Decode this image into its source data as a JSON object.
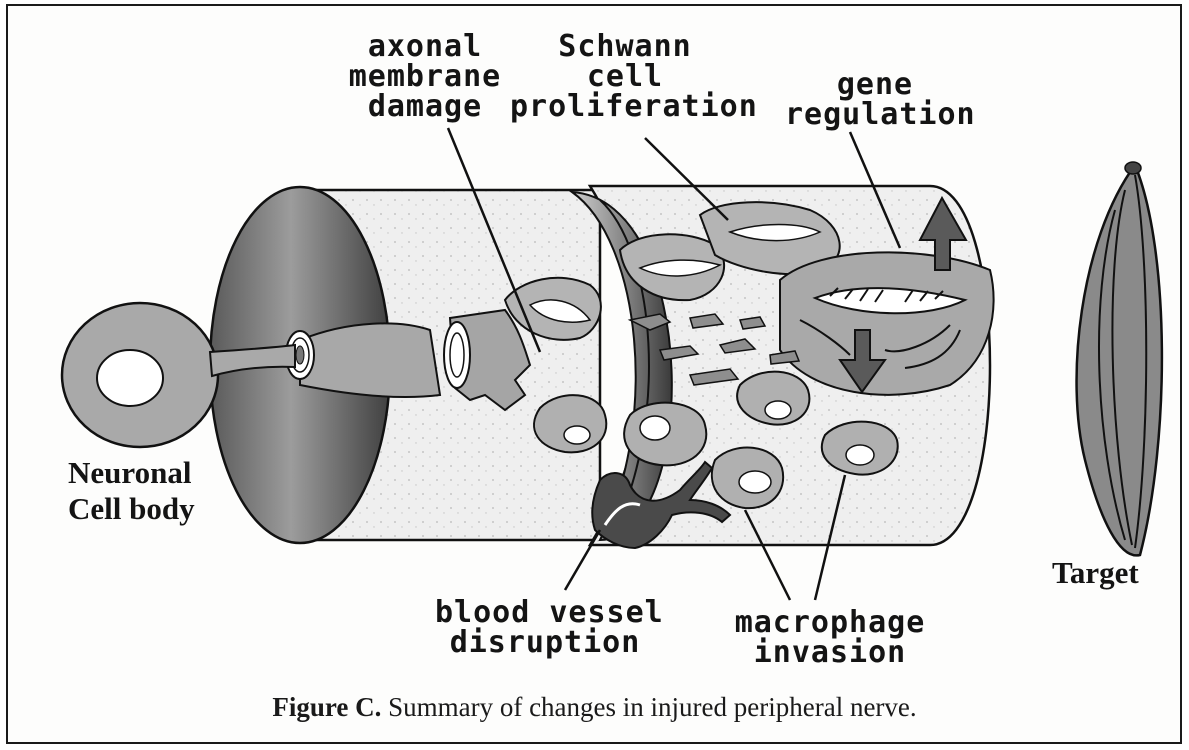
{
  "figure": {
    "labels": {
      "axonal": [
        "axonal",
        "membrane",
        "damage"
      ],
      "schwann": [
        "Schwann",
        "cell",
        "proliferation"
      ],
      "gene": [
        "gene",
        "regulation"
      ],
      "neuronal": [
        "Neuronal",
        "Cell body"
      ],
      "target": "Target",
      "blood": [
        "blood vessel",
        "disruption"
      ],
      "macrophage": [
        "macrophage",
        "invasion"
      ]
    },
    "caption": {
      "prefix": "Figure C.",
      "text": " Summary of changes in injured peripheral nerve."
    }
  },
  "colors": {
    "line": "#111111",
    "gray": "#9a9a9a",
    "dark": "#3e3e3e",
    "fill": "#e9e9e9"
  }
}
